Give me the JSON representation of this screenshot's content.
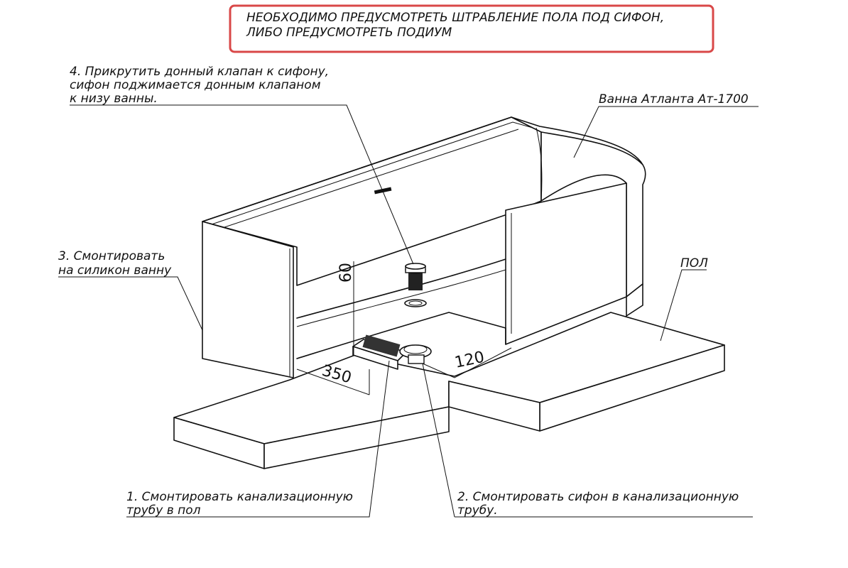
{
  "warning": {
    "line1": "НЕОБХОДИМО ПРЕДУСМОТРЕТЬ ШТРАБЛЕНИЕ ПОЛА ПОД СИФОН,",
    "line2": "ЛИБО ПРЕДУСМОТРЕТЬ ПОДИУМ",
    "border_color": "#d94848"
  },
  "notes": {
    "step4": {
      "line1": "4. Прикрутить донный клапан к сифону,",
      "line2": "сифон поджимается донным клапаном",
      "line3": "к низу ванны."
    },
    "product": "Ванна Атланта Ат-1700",
    "step3": {
      "line1": "3. Смонтировать",
      "line2": "на силикон ванну"
    },
    "floor": "ПОЛ",
    "step1": {
      "line1": "1.  Смонтировать канализационную",
      "line2": "трубу в пол"
    },
    "step2": {
      "line1": "2. Смонтировать сифон в канализационную",
      "line2": "трубу."
    }
  },
  "dimensions": {
    "height": "60",
    "length": "350",
    "width": "120"
  }
}
